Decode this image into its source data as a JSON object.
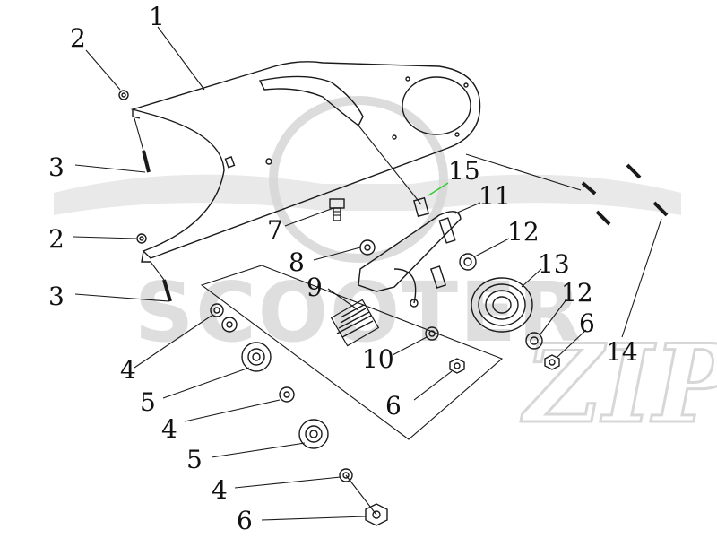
{
  "diagram": {
    "callouts": {
      "c1": "1",
      "c2a": "2",
      "c2b": "2",
      "c3a": "3",
      "c3b": "3",
      "c4a": "4",
      "c4b": "4",
      "c4c": "4",
      "c5a": "5",
      "c5b": "5",
      "c6a": "6",
      "c6b": "6",
      "c6c": "6",
      "c7": "7",
      "c8": "8",
      "c9": "9",
      "c10": "10",
      "c11": "11",
      "c12a": "12",
      "c12b": "12",
      "c13": "13",
      "c14": "14",
      "c15": "15"
    },
    "watermark": {
      "brand_text": "SCOOTER",
      "brand_suffix": "ZIP"
    },
    "colors": {
      "line": "#1a1a1a",
      "watermark": "#cfcfcf",
      "highlight_leader": "#33cc33"
    }
  }
}
